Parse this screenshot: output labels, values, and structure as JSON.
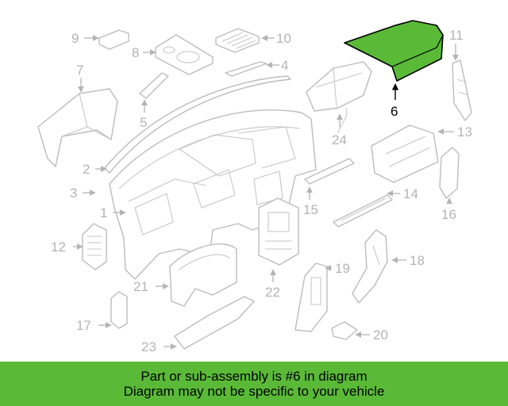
{
  "highlight_color": "#5aba37",
  "callouts": {
    "c1": "1",
    "c2": "2",
    "c3": "3",
    "c4": "4",
    "c5": "5",
    "c6": "6",
    "c7": "7",
    "c8": "8",
    "c9": "9",
    "c10": "10",
    "c11": "11",
    "c12": "12",
    "c13": "13",
    "c14": "14",
    "c15": "15",
    "c16": "16",
    "c17": "17",
    "c18": "18",
    "c19": "19",
    "c20": "20",
    "c21": "21",
    "c22": "22",
    "c23": "23",
    "c24": "24"
  },
  "banner": {
    "line1": "Part or sub-assembly is #6 in diagram",
    "line2": "Diagram may not be specific to your vehicle"
  }
}
